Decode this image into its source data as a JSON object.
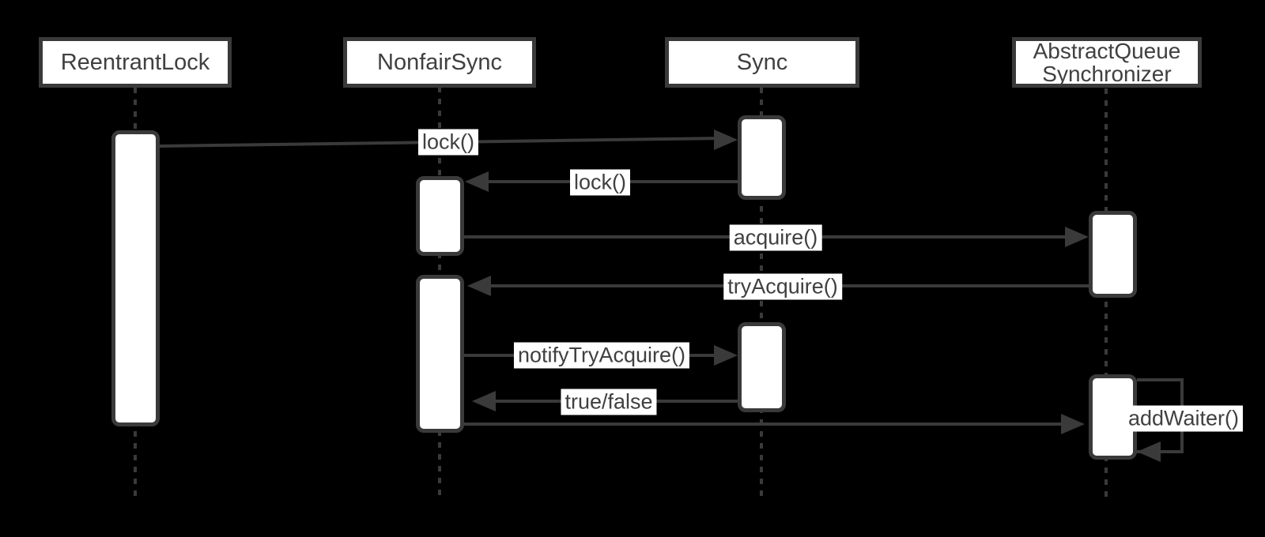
{
  "diagram": {
    "type": "uml-sequence-diagram",
    "colors": {
      "background": "#000000",
      "line": "#3a3a3a",
      "fill": "#ffffff",
      "text": "#404040"
    },
    "actors": [
      {
        "name": "ReentrantLock",
        "lines": [
          "ReentrantLock"
        ]
      },
      {
        "name": "NonfairSync",
        "lines": [
          "NonfairSync"
        ]
      },
      {
        "name": "Sync",
        "lines": [
          "Sync"
        ]
      },
      {
        "name": "AbstractQueueSynchronizer",
        "lines": [
          "AbstractQueue",
          "Synchronizer"
        ]
      }
    ],
    "messages": [
      {
        "label": "lock()",
        "from": "ReentrantLock",
        "to": "Sync"
      },
      {
        "label": "lock()",
        "from": "Sync",
        "to": "NonfairSync"
      },
      {
        "label": "acquire()",
        "from": "NonfairSync",
        "to": "AbstractQueueSynchronizer"
      },
      {
        "label": "tryAcquire()",
        "from": "AbstractQueueSynchronizer",
        "to": "NonfairSync"
      },
      {
        "label": "notifyTryAcquire()",
        "from": "NonfairSync",
        "to": "Sync"
      },
      {
        "label": "true/false",
        "from": "Sync",
        "to": "NonfairSync"
      },
      {
        "label": "",
        "from": "NonfairSync",
        "to": "AbstractQueueSynchronizer"
      },
      {
        "label": "addWaiter()",
        "from": "AbstractQueueSynchronizer",
        "to": "AbstractQueueSynchronizer",
        "self": true
      }
    ]
  }
}
